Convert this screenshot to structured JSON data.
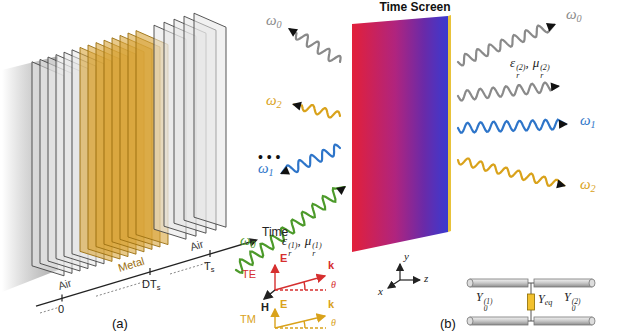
{
  "diagram": {
    "nodes": [
      {
        "text": [
          "Time Screen"
        ]
      }
    ],
    "labels": [
      "Air",
      "Metal",
      "Air",
      "Time",
      "0",
      "DT",
      "s",
      "T",
      "s",
      "• • •",
      "(a)",
      "ω",
      "0",
      "ω",
      "2",
      "ω",
      "1",
      "ω",
      "0",
      "ω",
      "0",
      "ω",
      "1",
      "ω",
      "2",
      "ε",
      "r",
      "(2)",
      ",",
      "μ",
      "r",
      "(2)",
      "ε",
      "r",
      "(1)",
      ",",
      "μ",
      "r",
      "(1)",
      "y",
      "x",
      "z",
      "E",
      "H",
      "TE",
      "θ",
      "k",
      "E",
      "TM",
      "θ",
      "k",
      "Y",
      "0",
      "(1)",
      "Y",
      "eq",
      "Y",
      "0",
      "(2)",
      "(b)"
    ]
  }
}
